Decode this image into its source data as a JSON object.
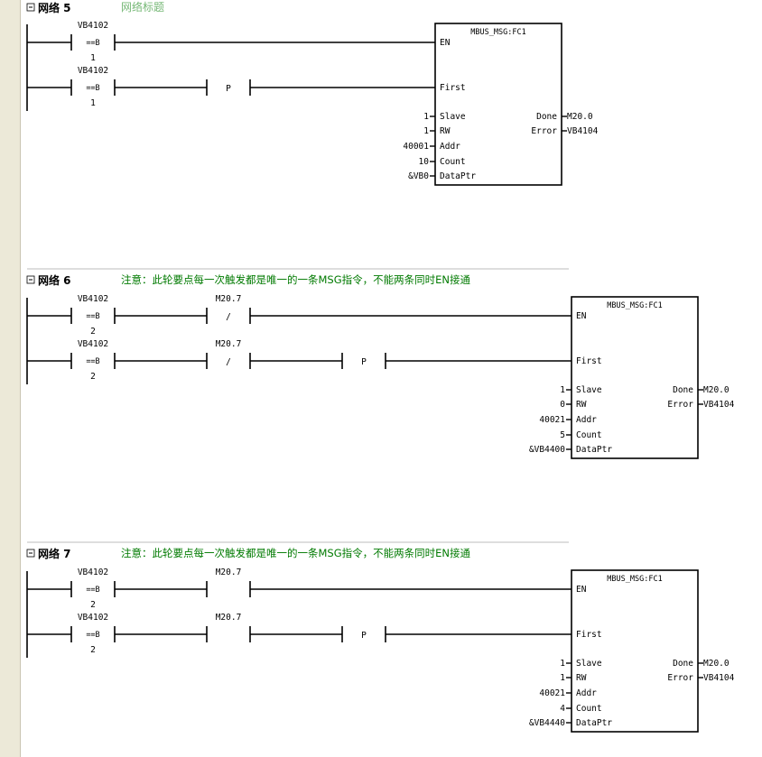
{
  "networks": [
    {
      "title": "网络 5",
      "comment": "网络标题",
      "rungs": [
        {
          "compare": {
            "addr": "VB4102",
            "op": "==B",
            "value": "1"
          }
        },
        {
          "compare": {
            "addr": "VB4102",
            "op": "==B",
            "value": "1"
          },
          "p_contact": "P"
        }
      ],
      "block": {
        "name": "MBUS_MSG:FC1",
        "inputs": [
          {
            "pin": "EN",
            "value": ""
          },
          {
            "pin": "First",
            "value": ""
          },
          {
            "pin": "Slave",
            "value": "1"
          },
          {
            "pin": "RW",
            "value": "1"
          },
          {
            "pin": "Addr",
            "value": "40001"
          },
          {
            "pin": "Count",
            "value": "10"
          },
          {
            "pin": "DataPtr",
            "value": "&VB0"
          }
        ],
        "outputs": [
          {
            "pin": "Done",
            "value": "M20.0"
          },
          {
            "pin": "Error",
            "value": "VB4104"
          }
        ]
      }
    },
    {
      "title": "网络 6",
      "comment": "注意：此轮要点每一次触发都是唯一的一条MSG指令，不能两条同时EN接通",
      "rungs": [
        {
          "compare": {
            "addr": "VB4102",
            "op": "==B",
            "value": "2"
          },
          "contact": {
            "addr": "M20.7",
            "symbol": "/"
          }
        },
        {
          "compare": {
            "addr": "VB4102",
            "op": "==B",
            "value": "2"
          },
          "contact": {
            "addr": "M20.7",
            "symbol": "/"
          },
          "p_contact": "P"
        }
      ],
      "block": {
        "name": "MBUS_MSG:FC1",
        "inputs": [
          {
            "pin": "EN",
            "value": ""
          },
          {
            "pin": "First",
            "value": ""
          },
          {
            "pin": "Slave",
            "value": "1"
          },
          {
            "pin": "RW",
            "value": "0"
          },
          {
            "pin": "Addr",
            "value": "40021"
          },
          {
            "pin": "Count",
            "value": "5"
          },
          {
            "pin": "DataPtr",
            "value": "&VB4400"
          }
        ],
        "outputs": [
          {
            "pin": "Done",
            "value": "M20.0"
          },
          {
            "pin": "Error",
            "value": "VB4104"
          }
        ]
      }
    },
    {
      "title": "网络 7",
      "comment": "注意：此轮要点每一次触发都是唯一的一条MSG指令，不能两条同时EN接通",
      "rungs": [
        {
          "compare": {
            "addr": "VB4102",
            "op": "==B",
            "value": "2"
          },
          "contact": {
            "addr": "M20.7",
            "symbol": ""
          }
        },
        {
          "compare": {
            "addr": "VB4102",
            "op": "==B",
            "value": "2"
          },
          "contact": {
            "addr": "M20.7",
            "symbol": ""
          },
          "p_contact": "P"
        }
      ],
      "block": {
        "name": "MBUS_MSG:FC1",
        "inputs": [
          {
            "pin": "EN",
            "value": ""
          },
          {
            "pin": "First",
            "value": ""
          },
          {
            "pin": "Slave",
            "value": "1"
          },
          {
            "pin": "RW",
            "value": "1"
          },
          {
            "pin": "Addr",
            "value": "40021"
          },
          {
            "pin": "Count",
            "value": "4"
          },
          {
            "pin": "DataPtr",
            "value": "&VB4440"
          }
        ],
        "outputs": [
          {
            "pin": "Done",
            "value": "M20.0"
          },
          {
            "pin": "Error",
            "value": "VB4104"
          }
        ]
      }
    }
  ]
}
